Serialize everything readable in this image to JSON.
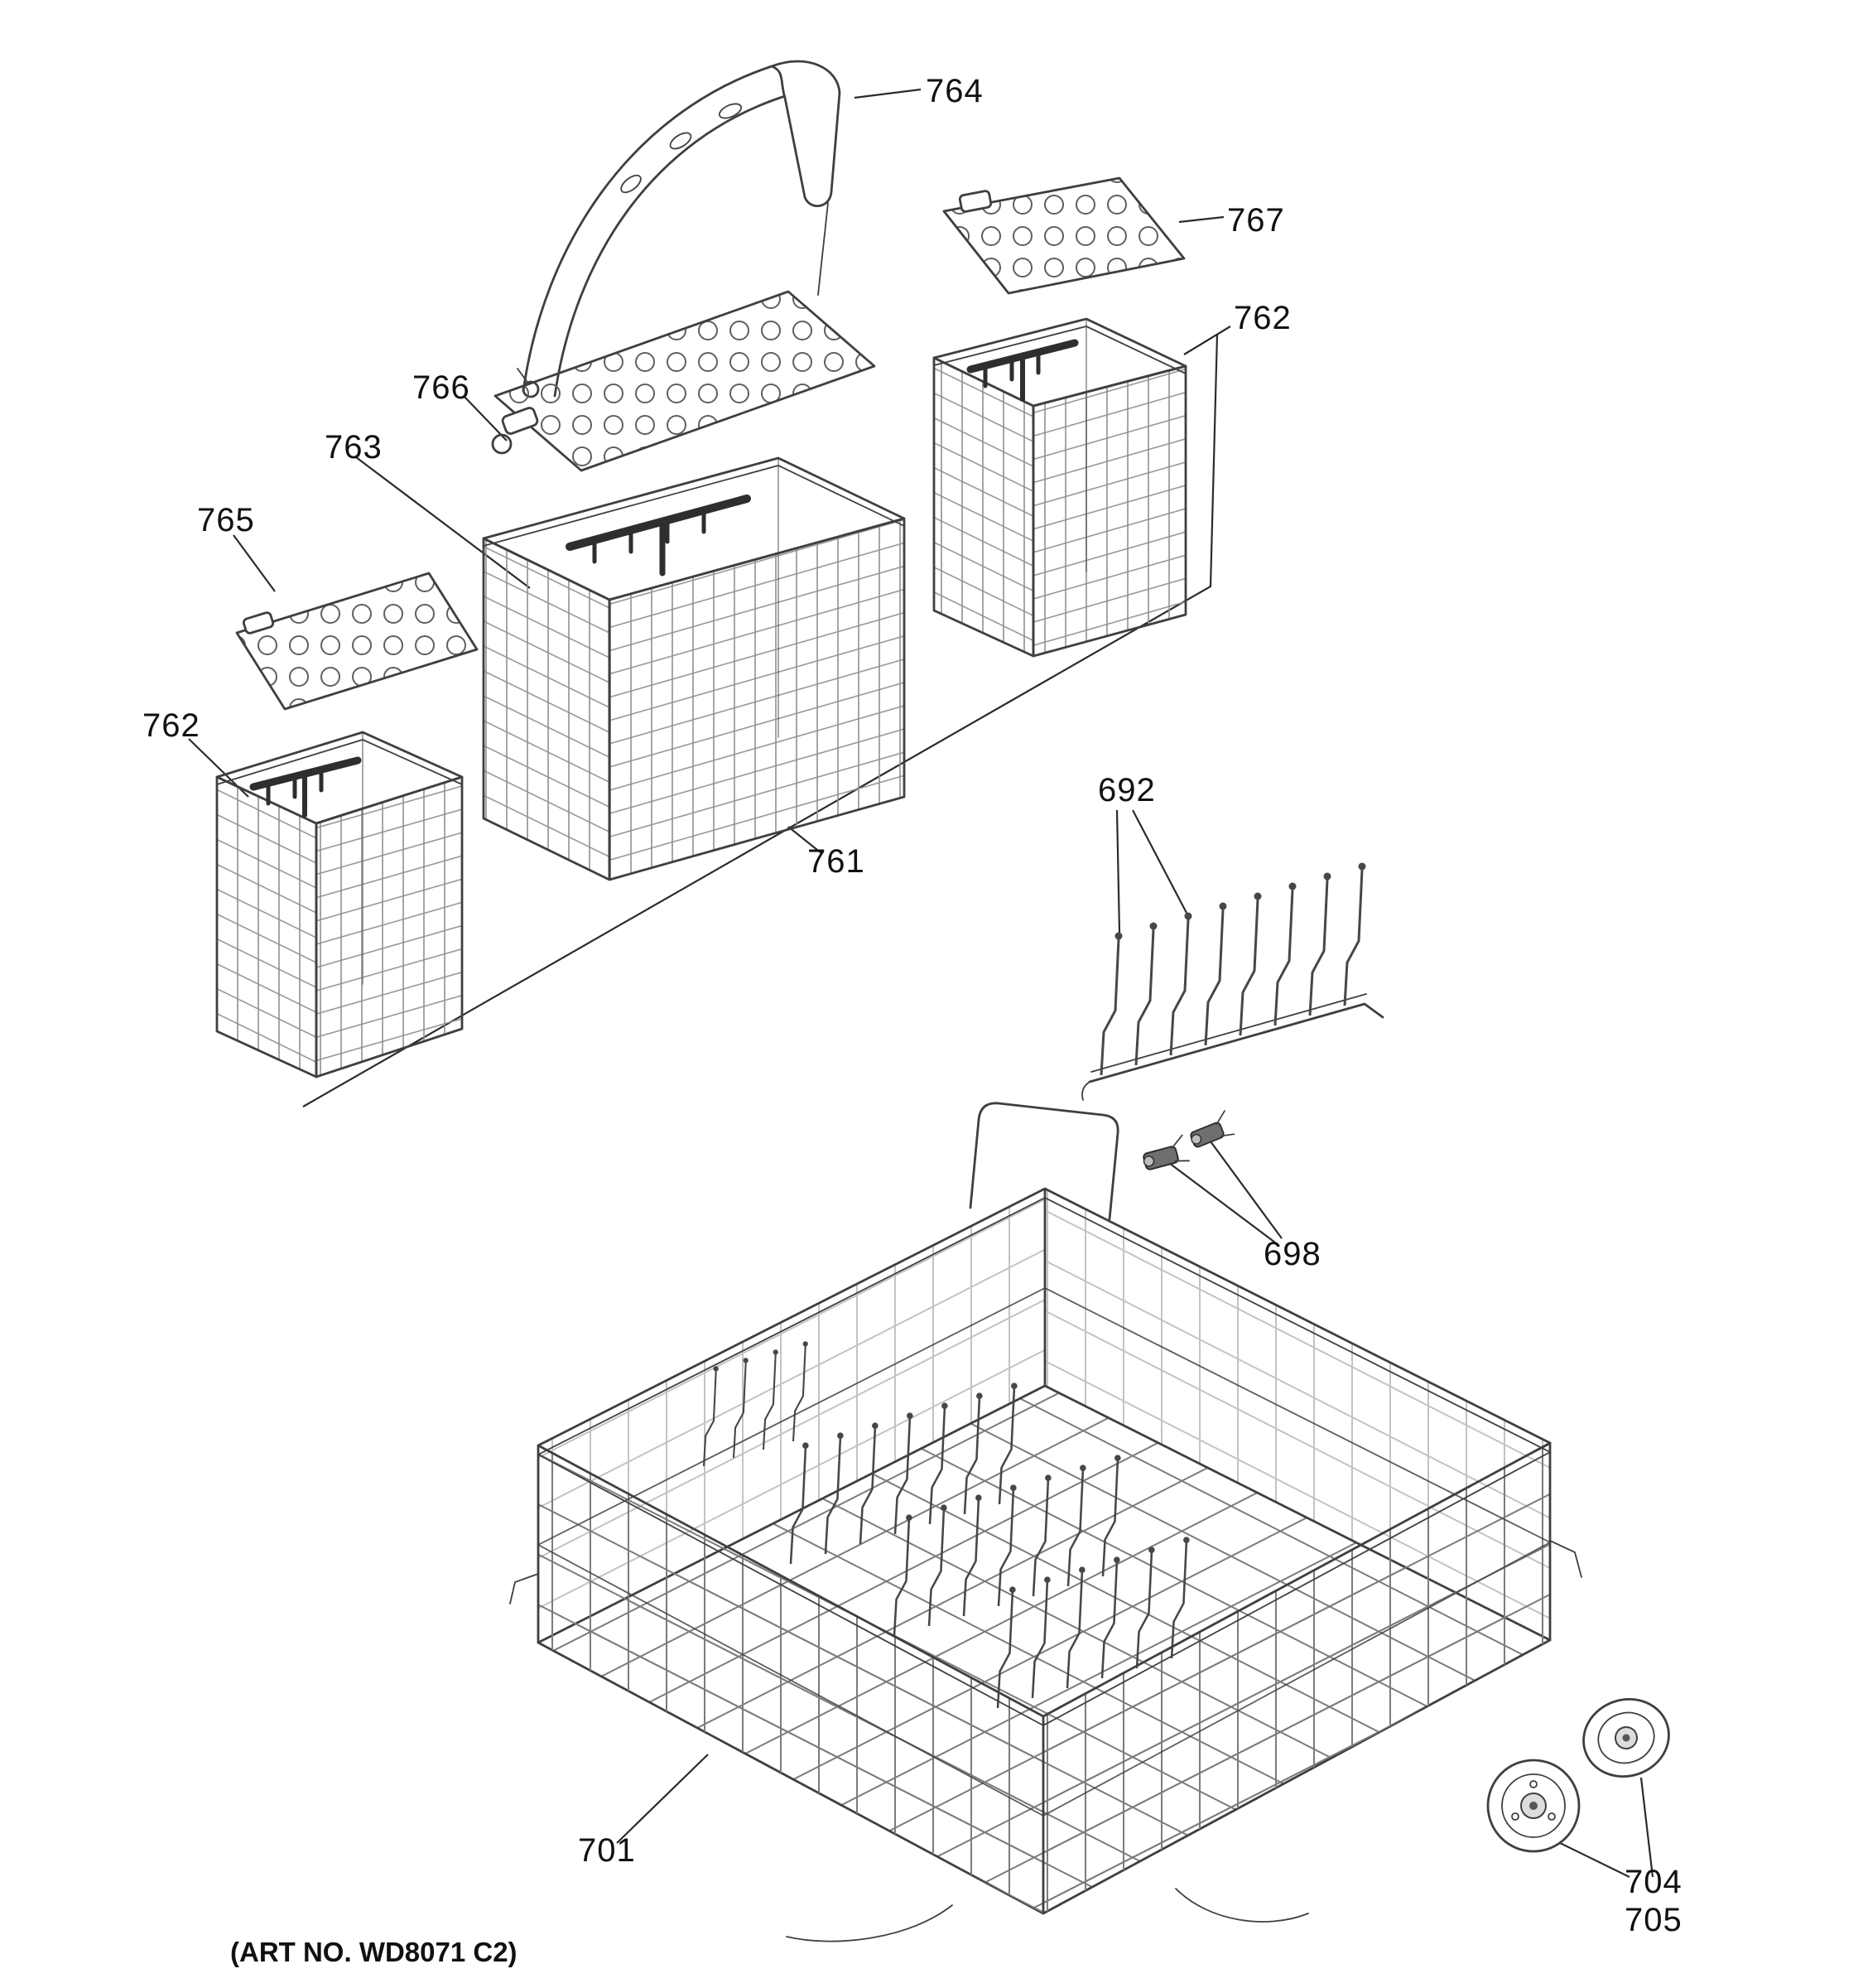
{
  "labels": {
    "p764": "764",
    "p767": "767",
    "p762_right": "762",
    "p766": "766",
    "p763": "763",
    "p765": "765",
    "p762_left": "762",
    "p761": "761",
    "p692": "692",
    "p698": "698",
    "p701": "701",
    "p704": "704",
    "p705": "705"
  },
  "footer": {
    "art_no": "(ART NO. WD8071 C2)"
  },
  "style": {
    "line_color": "#3f3f3f",
    "background": "#ffffff"
  }
}
